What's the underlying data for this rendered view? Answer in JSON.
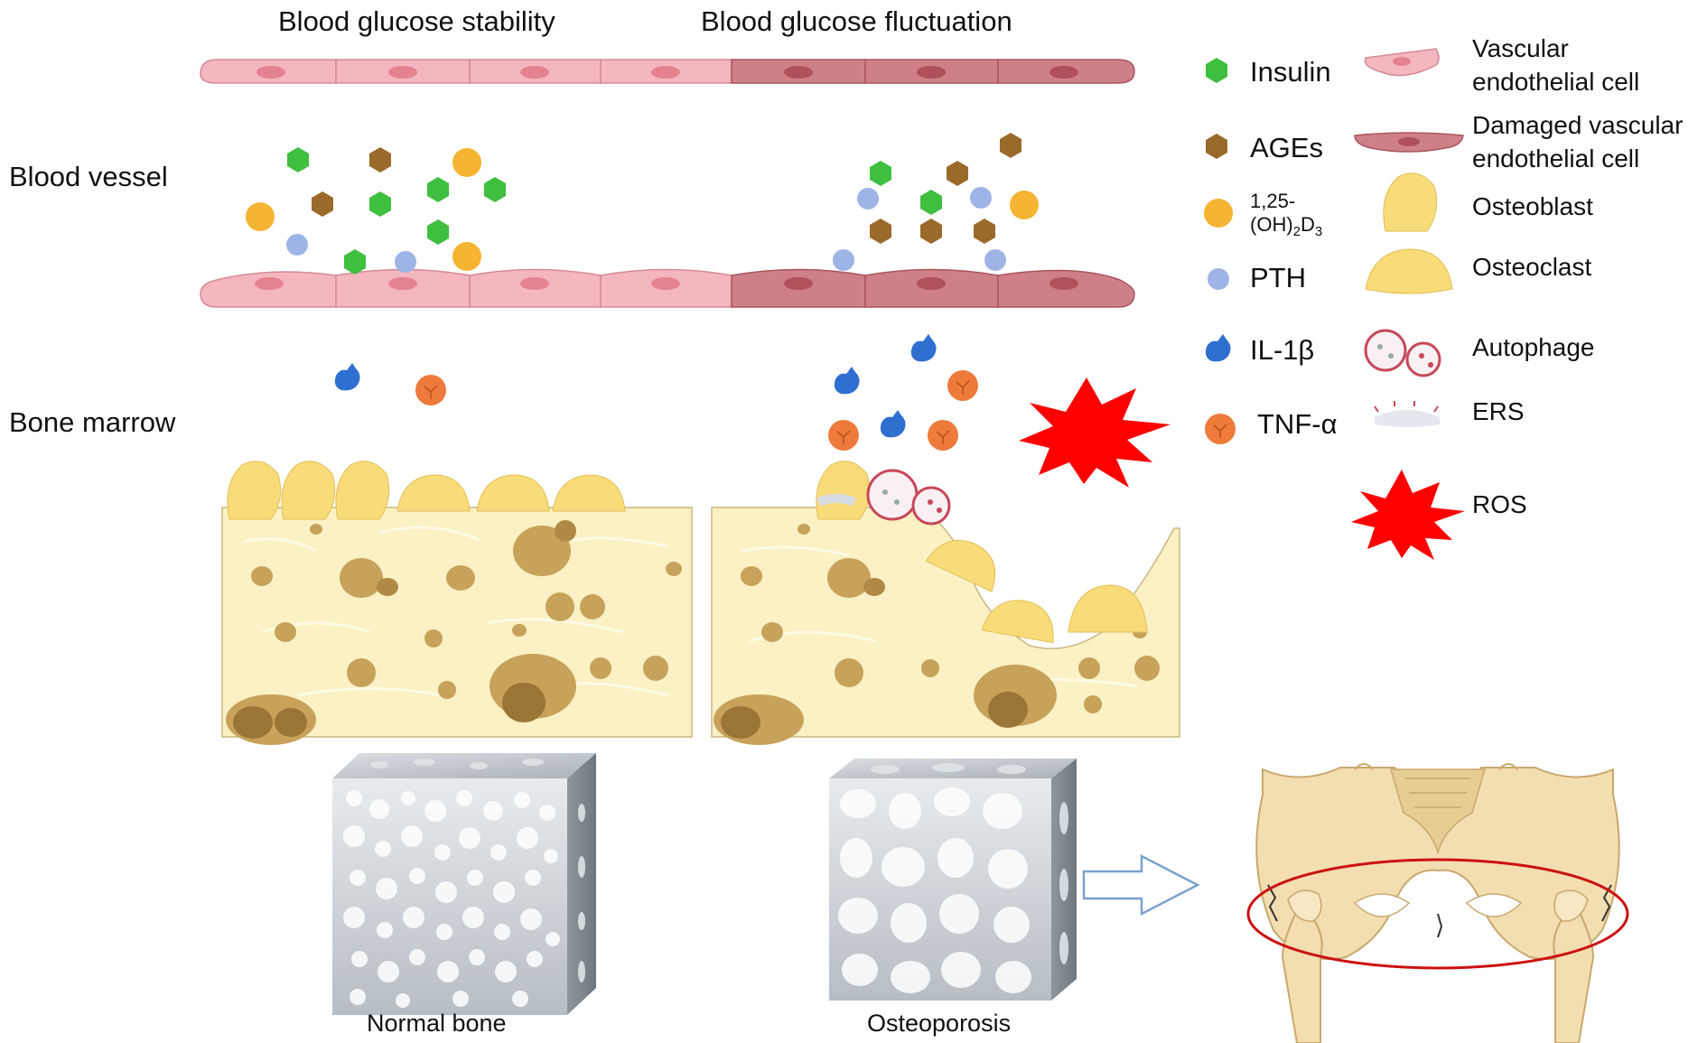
{
  "headers": {
    "left": "Blood glucose stability",
    "right": "Blood glucose fluctuation"
  },
  "side_labels": {
    "vessel": "Blood vessel",
    "marrow": "Bone marrow"
  },
  "legend_left": {
    "insulin": "Insulin",
    "ages": "AGEs",
    "vitd_line1": "1,25-",
    "vitd_line2_pre": "(OH)",
    "vitd_sub1": "2",
    "vitd_mid": "D",
    "vitd_sub2": "3",
    "pth": "PTH",
    "il1b": "IL-1β",
    "tnfa": "TNF-α"
  },
  "legend_right": {
    "endo_1": "Vascular",
    "endo_2": "endothelial cell",
    "damaged_1": "Damaged vascular",
    "damaged_2": "endothelial cell",
    "osteoblast": "Osteoblast",
    "osteoclast": "Osteoclast",
    "autophage": "Autophage",
    "ers": "ERS",
    "ros": "ROS"
  },
  "captions": {
    "normal": "Normal bone",
    "osteo": "Osteoporosis"
  },
  "colors": {
    "insulin": "#3fbf3f",
    "ages": "#9a6a2a",
    "vitd": "#f5b432",
    "pth": "#9fb4e6",
    "il1b": "#2f6fcf",
    "tnfa": "#ee7a3c",
    "endothelial": "#f4b6bf",
    "damaged_endothelial": "#cf7f87",
    "bone": "#fbf1c4",
    "osteoblast": "#f8dc7a",
    "ros": "#ff0000",
    "pelvis_ring": "#cc1111"
  }
}
